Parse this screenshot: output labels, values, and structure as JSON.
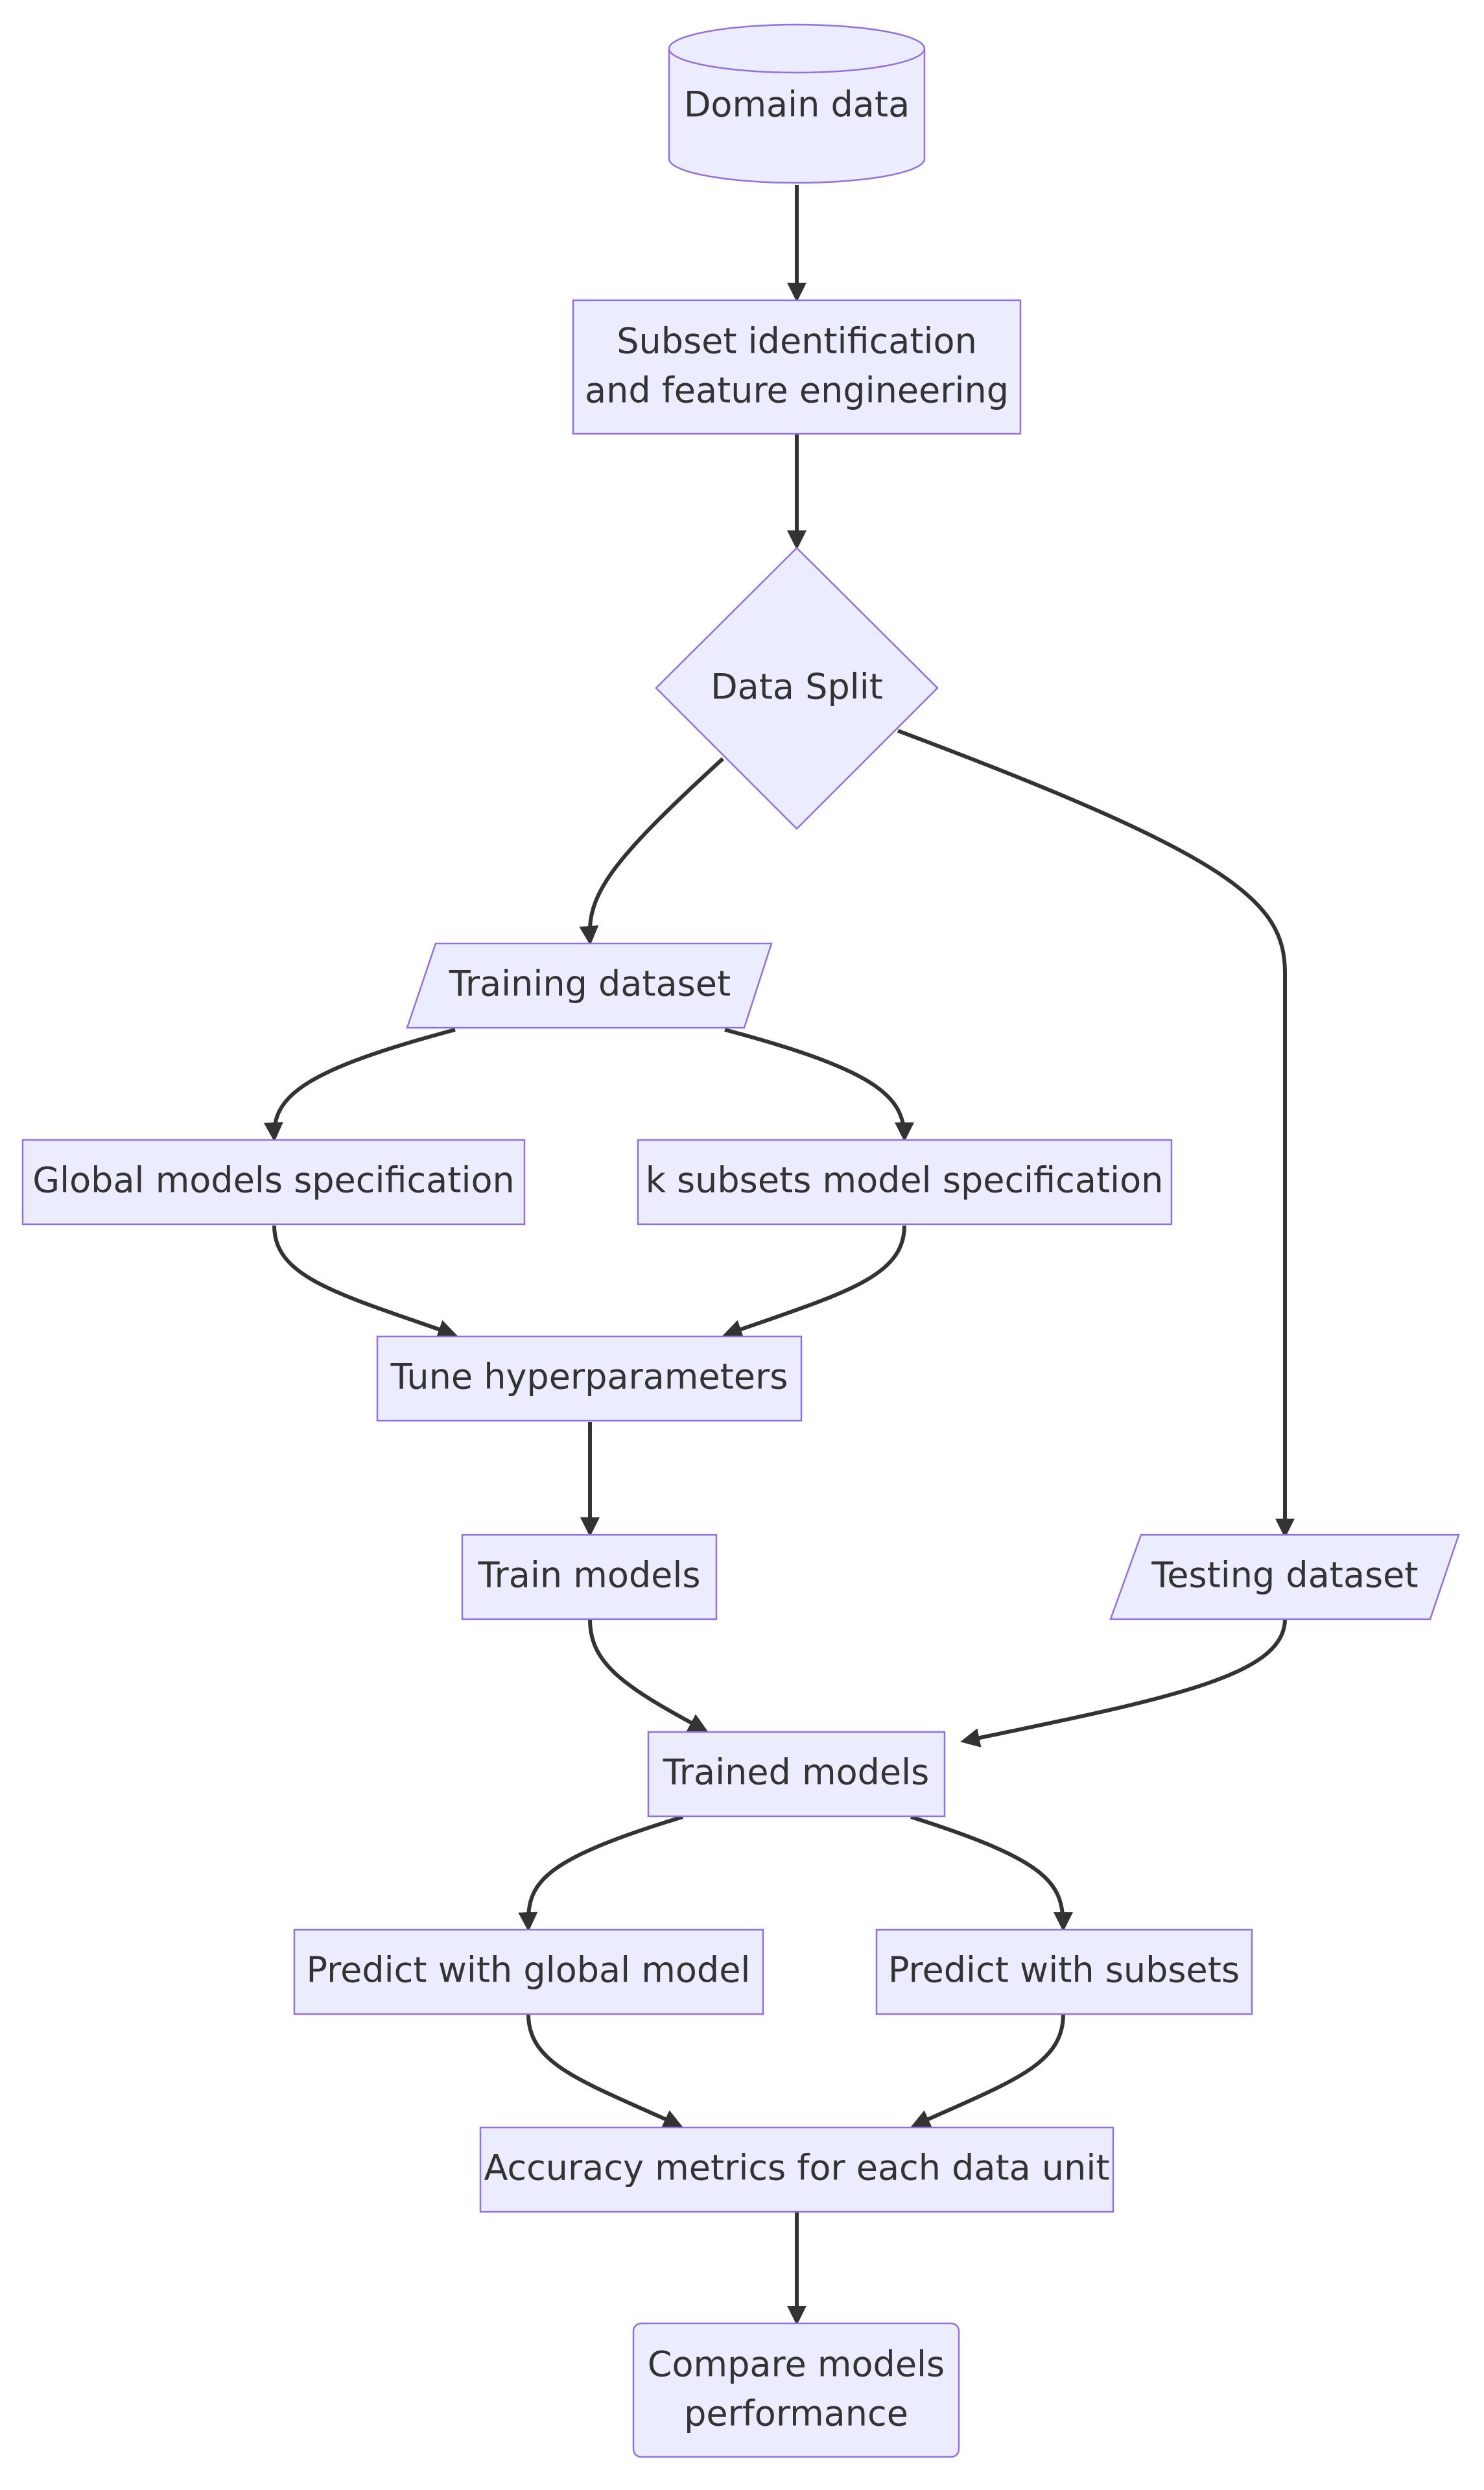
{
  "colors": {
    "node_fill": "#ececff",
    "node_stroke": "#9370db",
    "edge": "#333333",
    "text": "#333333",
    "background": "#ffffff"
  },
  "nodes": {
    "domain_data": "Domain data",
    "subset_identification": [
      "Subset identification",
      "and feature engineering"
    ],
    "data_split": "Data Split",
    "training_dataset": "Training dataset",
    "global_models_spec": "Global models specification",
    "k_subsets_spec": "k subsets model specification",
    "tune_hyperparameters": "Tune hyperparameters",
    "train_models": "Train models",
    "testing_dataset": "Testing dataset",
    "trained_models": "Trained models",
    "predict_global": "Predict with global model",
    "predict_subsets": "Predict with subsets",
    "accuracy_metrics": "Accuracy metrics for each data unit",
    "compare_models": [
      "Compare models",
      "performance"
    ]
  }
}
